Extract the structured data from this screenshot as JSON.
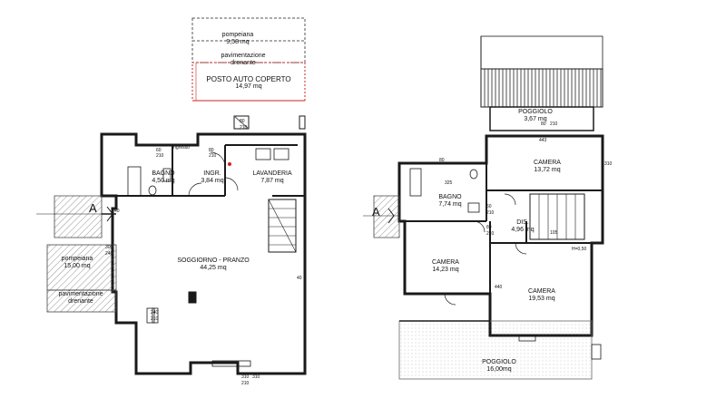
{
  "plans": [
    {
      "rooms": [
        {
          "name": "pompeiana",
          "area": "9,58 mq"
        },
        {
          "name": "pavimentazione drenante",
          "area": ""
        },
        {
          "name": "POSTO AUTO COPERTO",
          "area": "14,97 mq"
        },
        {
          "name": "BAGNO",
          "area": "4,50 mq"
        },
        {
          "name": "INGR.",
          "area": "3,84 mq"
        },
        {
          "name": "LAVANDERIA",
          "area": "7,87 mq"
        },
        {
          "name": "SOGGIORNO - PRANZO",
          "area": "44,25 mq"
        },
        {
          "name": "pompeiana",
          "area": "15,00 mq"
        },
        {
          "name": "pavimentazione drenante",
          "area": ""
        }
      ],
      "notes": {
        "ingresso": "ingresso",
        "section": "A"
      },
      "dims": [
        "80",
        "210",
        "60",
        "210",
        "80",
        "210",
        "300",
        "240",
        "40",
        "240",
        "210",
        "240",
        "210",
        "310",
        "210",
        "310",
        "40",
        "80",
        "210",
        "40"
      ]
    },
    {
      "rooms": [
        {
          "name": "POGGIOLO",
          "area": "3,67 mq"
        },
        {
          "name": "CAMERA",
          "area": "13,72 mq"
        },
        {
          "name": "BAGNO",
          "area": "7,74 mq"
        },
        {
          "name": "DIS.",
          "area": "4,96 mq"
        },
        {
          "name": "CAMERA",
          "area": "14,23 mq"
        },
        {
          "name": "CAMERA",
          "area": "19,53 mq"
        },
        {
          "name": "POGGIOLO",
          "area": "16,00mq"
        }
      ],
      "notes": {
        "section": "A"
      },
      "dims": [
        "443",
        "310",
        "325",
        "80",
        "60",
        "210",
        "80",
        "210",
        "80",
        "210",
        "80",
        "210",
        "80",
        "210",
        "80",
        "210",
        "440",
        "105",
        "H=0,50"
      ]
    }
  ],
  "colors": {
    "line": "#1a1a1a",
    "hatch": "#555555",
    "accent": "#cc2222"
  }
}
